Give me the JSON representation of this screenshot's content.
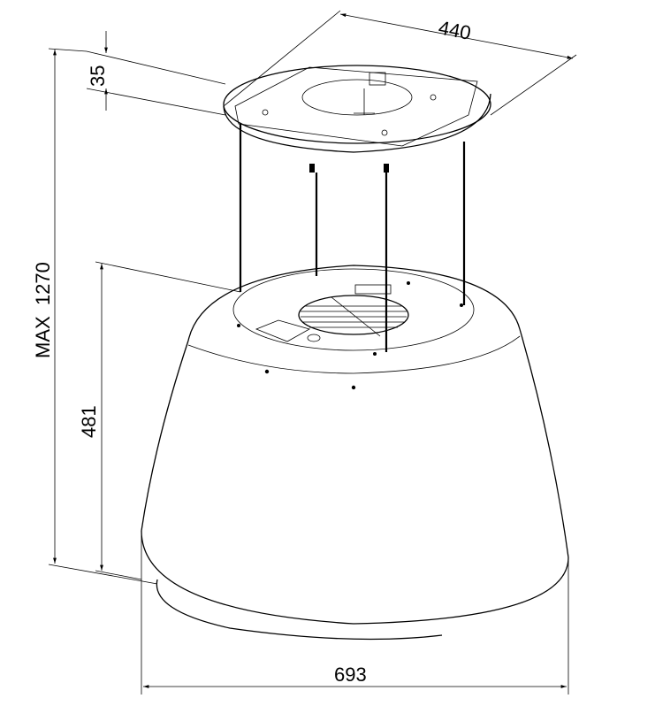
{
  "drawing": {
    "dimensions": {
      "top_plate_diameter": "440",
      "top_plate_height": "35",
      "max_height": "MAX  1270",
      "hood_height": "481",
      "hood_diameter": "693"
    }
  }
}
